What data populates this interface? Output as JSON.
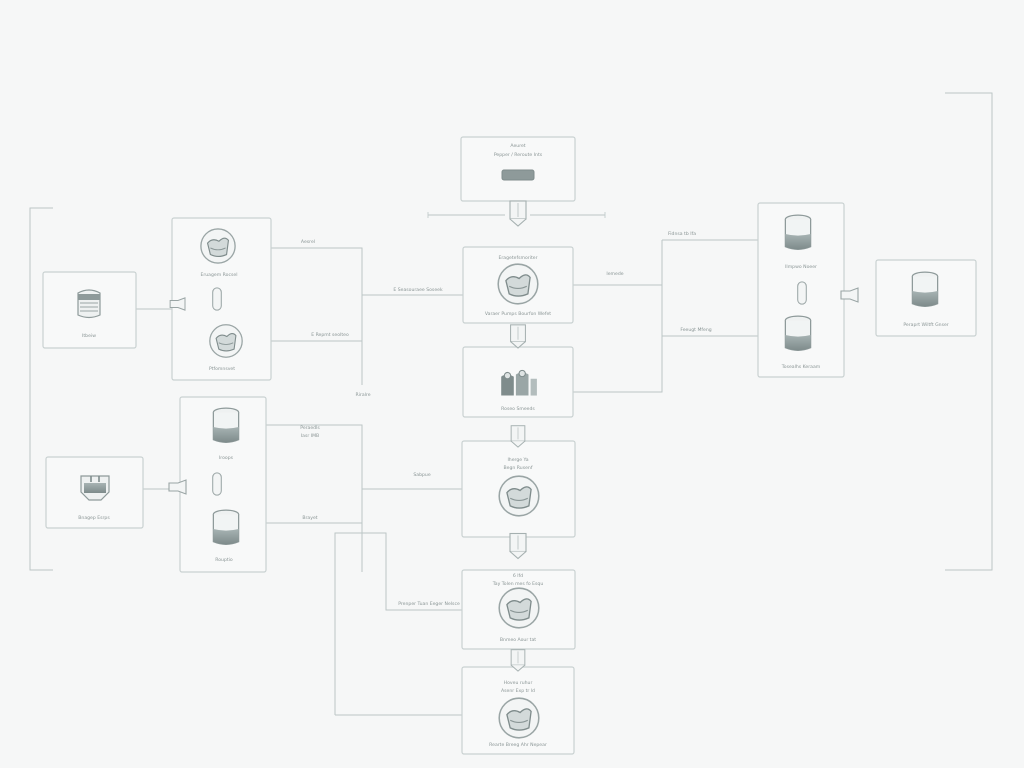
{
  "colors": {
    "background": "#f6f7f7",
    "box_border": "#c9d1d1",
    "line": "#bcc6c6",
    "text": "#8a9595",
    "equipment_fill": "#8f9c9c",
    "equipment_light": "#dfe4e4"
  },
  "nodes": {
    "n01": "Aeuret",
    "n02": "Pepper / Reroute Ints",
    "n03": "Eruagem Rocsel",
    "n04": "Itbeiw",
    "n05": "Ptfomnsvet",
    "n06": "Eragetefsmoriter",
    "n07": "Varaer Pumps Bourfon Wefet",
    "n08": "Roseo Smeeds",
    "n09": "Ilmpwo Noeer",
    "n10": "Tosealhs Keraam",
    "n11": "Peraprt Wiltft Gnser",
    "n12": "Iroops",
    "n13": "Rouptio",
    "n14": "Bnagep Esrps",
    "n15": "Iherge Ya",
    "n16": "Begn Rusenf",
    "n17": "6 lfd",
    "n18": "Tay Tolen mes fo Esqu",
    "n19": "Bnmeo Aour tat",
    "n20": "Hoveu ruhur",
    "n21": "Asenr Exp tr ld",
    "n22": "Rearte Breeg Ahr Nepear"
  },
  "connectors": {
    "c01": "Aesrel",
    "c02": "E Seasouraee Soseek",
    "c03": "E Repmt seolteo",
    "c04": "Riralre",
    "c05": "Iemede",
    "c06": "Fidnsa tb Ifa",
    "c07": "Feeugt Mfeng",
    "c08": "Peraedls",
    "c09": "Iasr IMB",
    "c10": "Sabpue",
    "c11": "Brayet",
    "c12": "Prenper Tuan Eeger Nelsce"
  }
}
